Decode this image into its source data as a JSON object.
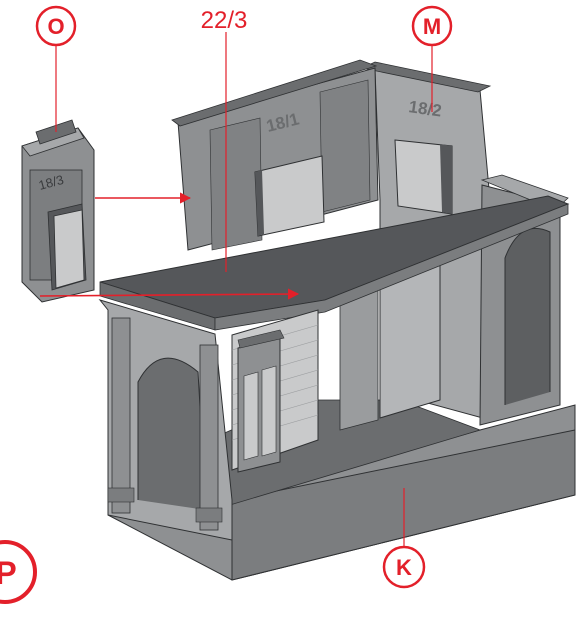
{
  "labels": {
    "O": "O",
    "M": "M",
    "K": "K",
    "P": "P",
    "part_22_3": "22/3",
    "part_18_1": "18/1",
    "part_18_2": "18/2",
    "part_18_3": "18/3"
  },
  "colors": {
    "accent": "#e3202a",
    "plastic_light": "#a6a8aa",
    "plastic_mid": "#8e9092",
    "plastic_dark": "#6b6d6f",
    "plastic_deep": "#55575a",
    "window_gray": "#c9cacb",
    "outline": "#2f3133"
  }
}
